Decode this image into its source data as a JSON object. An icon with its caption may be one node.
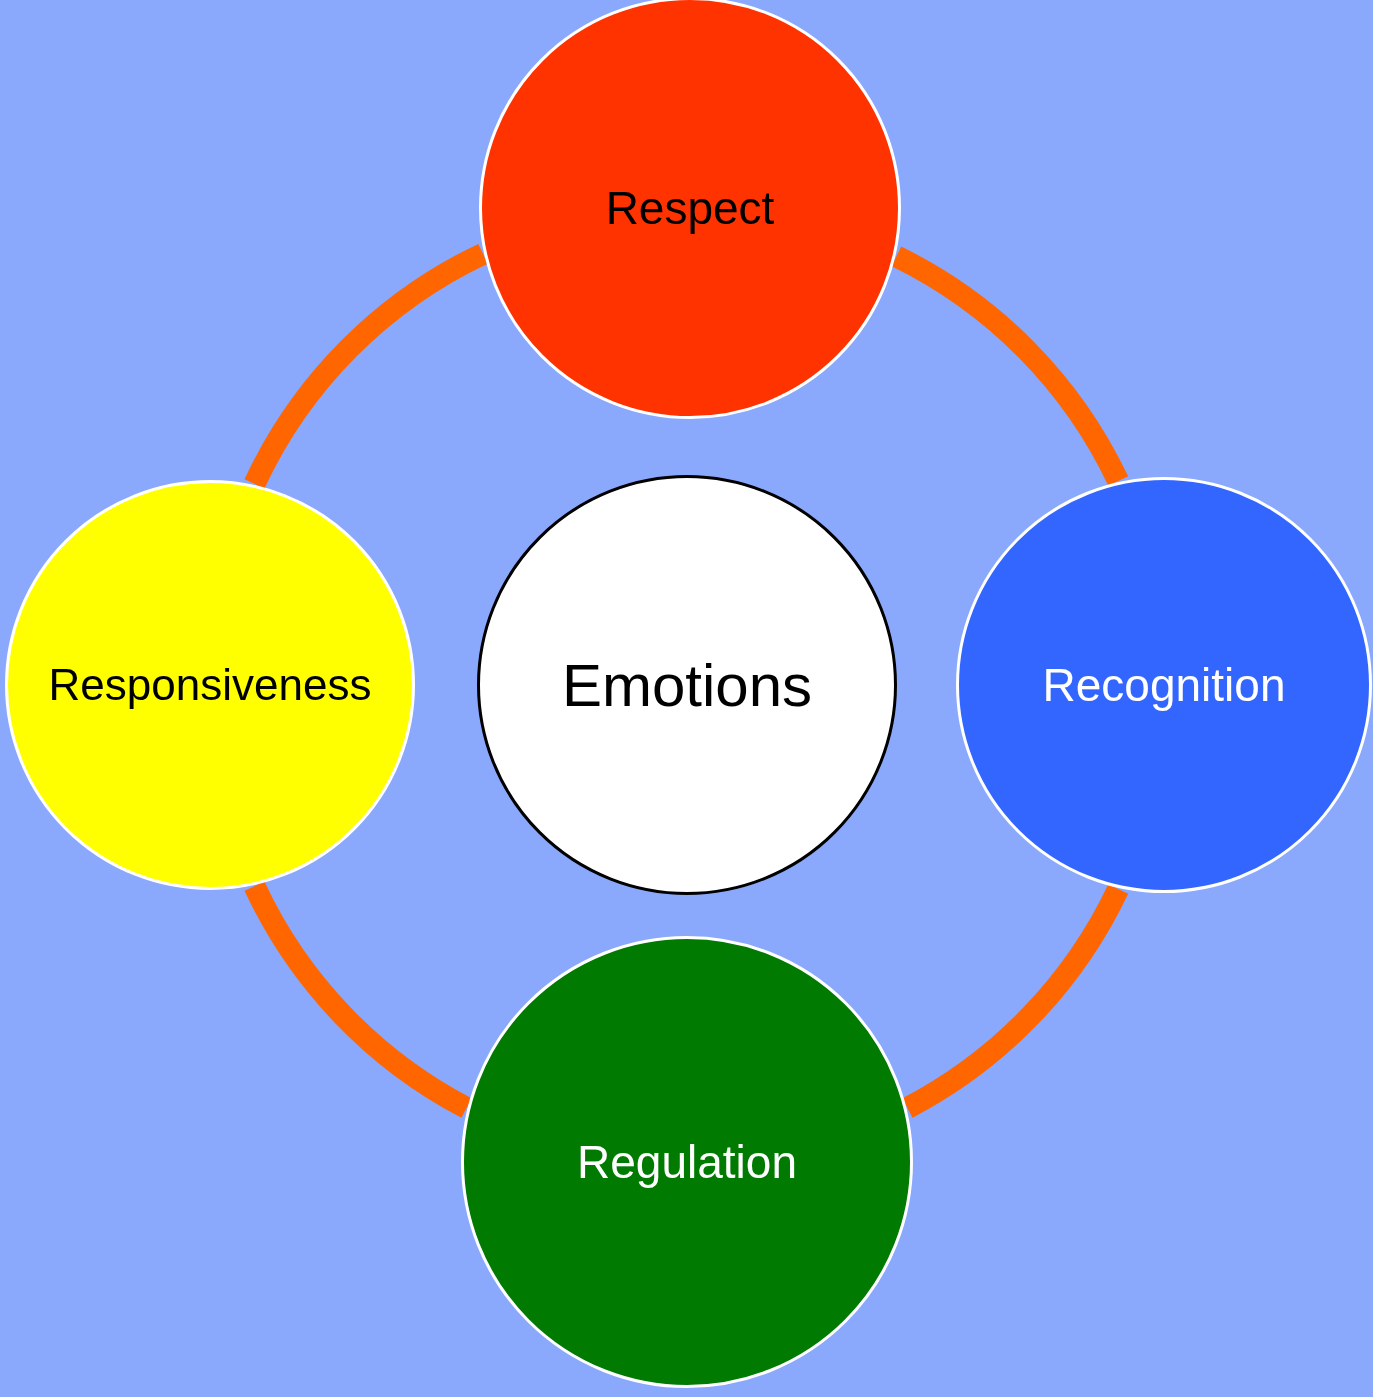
{
  "diagram": {
    "nodes": [
      {
        "text": [
          "Respect"
        ]
      },
      {
        "text": [
          "Responsiveness"
        ]
      },
      {
        "text": [
          "Emotions"
        ]
      },
      {
        "text": [
          "Recognition"
        ]
      },
      {
        "text": [
          "Regulation"
        ]
      }
    ],
    "edges": [
      {
        "from": 0,
        "to": 3,
        "arrow": "none"
      },
      {
        "from": 3,
        "to": 4,
        "arrow": "none"
      },
      {
        "from": 4,
        "to": 1,
        "arrow": "none"
      },
      {
        "from": 1,
        "to": 0,
        "arrow": "none"
      }
    ]
  }
}
